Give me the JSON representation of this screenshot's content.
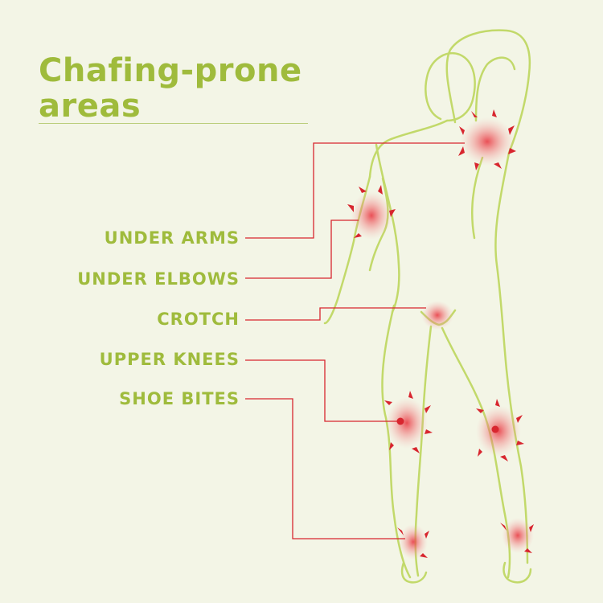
{
  "title_lines": [
    "Chafing-prone",
    "areas"
  ],
  "areas": [
    {
      "label": "UNDER ARMS"
    },
    {
      "label": "UNDER ELBOWS"
    },
    {
      "label": "CROTCH"
    },
    {
      "label": "UPPER KNEES"
    },
    {
      "label": "SHOE BITES"
    }
  ],
  "colors": {
    "background": "#f3f5e6",
    "accent_green": "#9fbb3c",
    "body_outline": "#c2d96a",
    "irritation_red": "#d8262f"
  },
  "icons": [
    "human-body-back-view-outline",
    "irritation-spot"
  ]
}
